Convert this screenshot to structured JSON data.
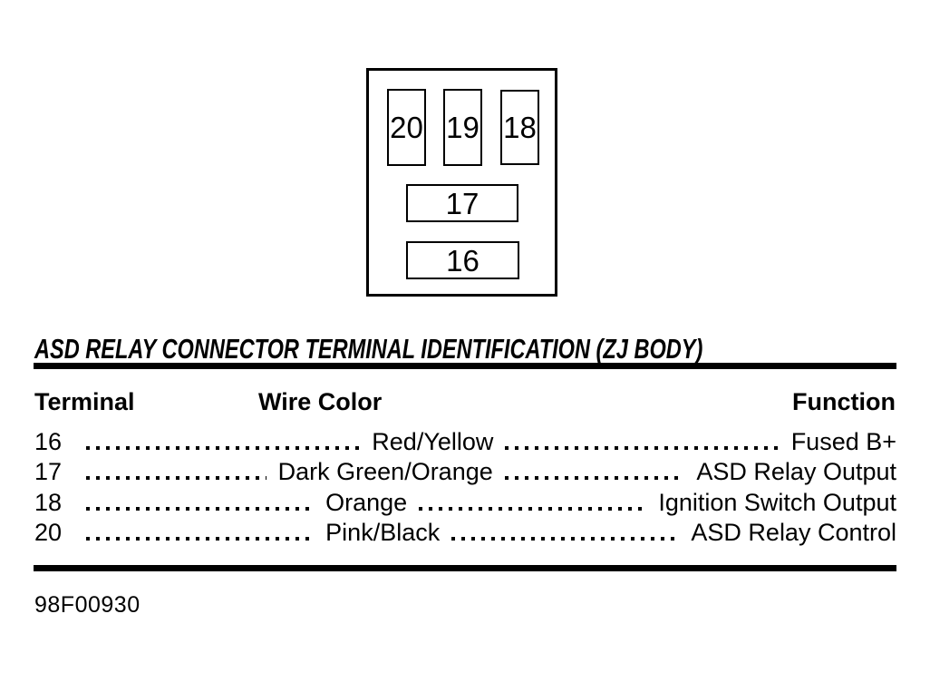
{
  "colors": {
    "ink": "#000000",
    "paper": "#ffffff"
  },
  "connector_diagram": {
    "pins": [
      {
        "label": "20"
      },
      {
        "label": "19"
      },
      {
        "label": "18"
      },
      {
        "label": "17"
      },
      {
        "label": "16"
      }
    ]
  },
  "title": "ASD RELAY CONNECTOR TERMINAL IDENTIFICATION (ZJ BODY)",
  "table": {
    "headers": {
      "terminal": "Terminal",
      "wire_color": "Wire Color",
      "function": "Function"
    },
    "rows": [
      {
        "terminal": "16",
        "wire_color": "Red/Yellow",
        "function": "Fused B+"
      },
      {
        "terminal": "17",
        "wire_color": "Dark Green/Orange",
        "function": "ASD Relay Output"
      },
      {
        "terminal": "18",
        "wire_color": "Orange",
        "function": "Ignition Switch Output"
      },
      {
        "terminal": "20",
        "wire_color": "Pink/Black",
        "function": "ASD Relay Control"
      }
    ]
  },
  "footer": {
    "figure_code": "98F00930"
  }
}
